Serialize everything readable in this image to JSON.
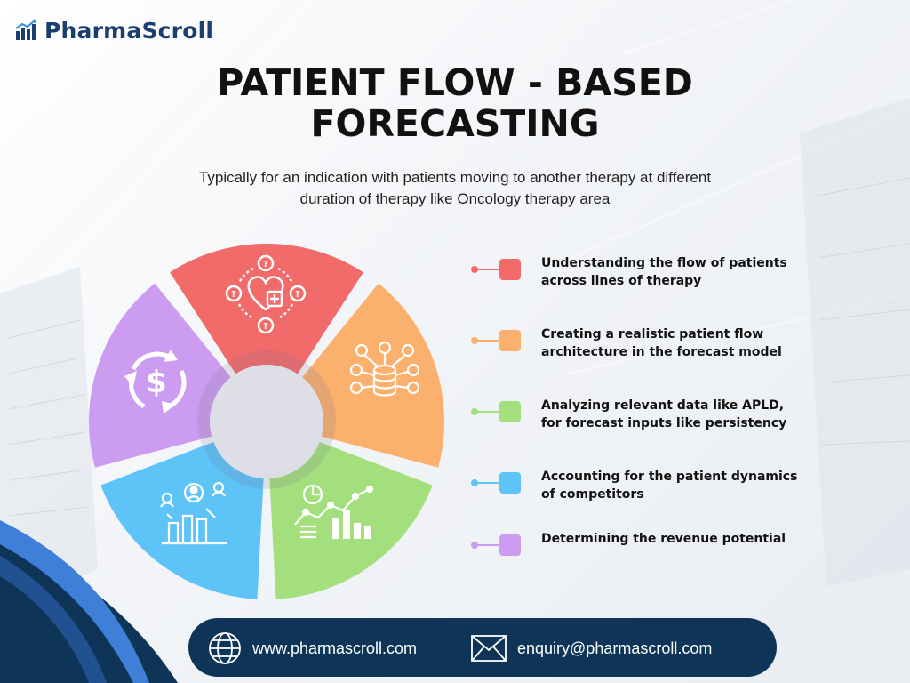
{
  "brand": {
    "name": "PharmaScroll",
    "color": "#1b3e70"
  },
  "title_lines": [
    "PATIENT FLOW - BASED",
    "FORECASTING"
  ],
  "subtitle_lines": [
    "Typically for an indication with patients moving to another therapy at different",
    "duration of therapy like Oncology therapy area"
  ],
  "segments": [
    {
      "text_lines": [
        "Understanding the flow of patients",
        "across lines of therapy"
      ],
      "color": "#f26b6b",
      "icon": "heart-plus-question-icon"
    },
    {
      "text_lines": [
        "Creating a realistic patient flow",
        "architecture in the forecast model"
      ],
      "color": "#fbb06e",
      "icon": "database-people-icon"
    },
    {
      "text_lines": [
        "Analyzing relevant data like APLD,",
        "for forecast inputs like persistency"
      ],
      "color": "#a4df7e",
      "icon": "analytics-chart-icon"
    },
    {
      "text_lines": [
        "Accounting for the patient dynamics",
        "of competitors"
      ],
      "color": "#5ec3f7",
      "icon": "people-bar-chart-icon"
    },
    {
      "text_lines": [
        "Determining the revenue potential"
      ],
      "color": "#cc9cf0",
      "icon": "dollar-cycle-icon"
    }
  ],
  "footer": {
    "website": "www.pharmascroll.com",
    "email": "enquiry@pharmascroll.com",
    "background": "#0e3557"
  }
}
